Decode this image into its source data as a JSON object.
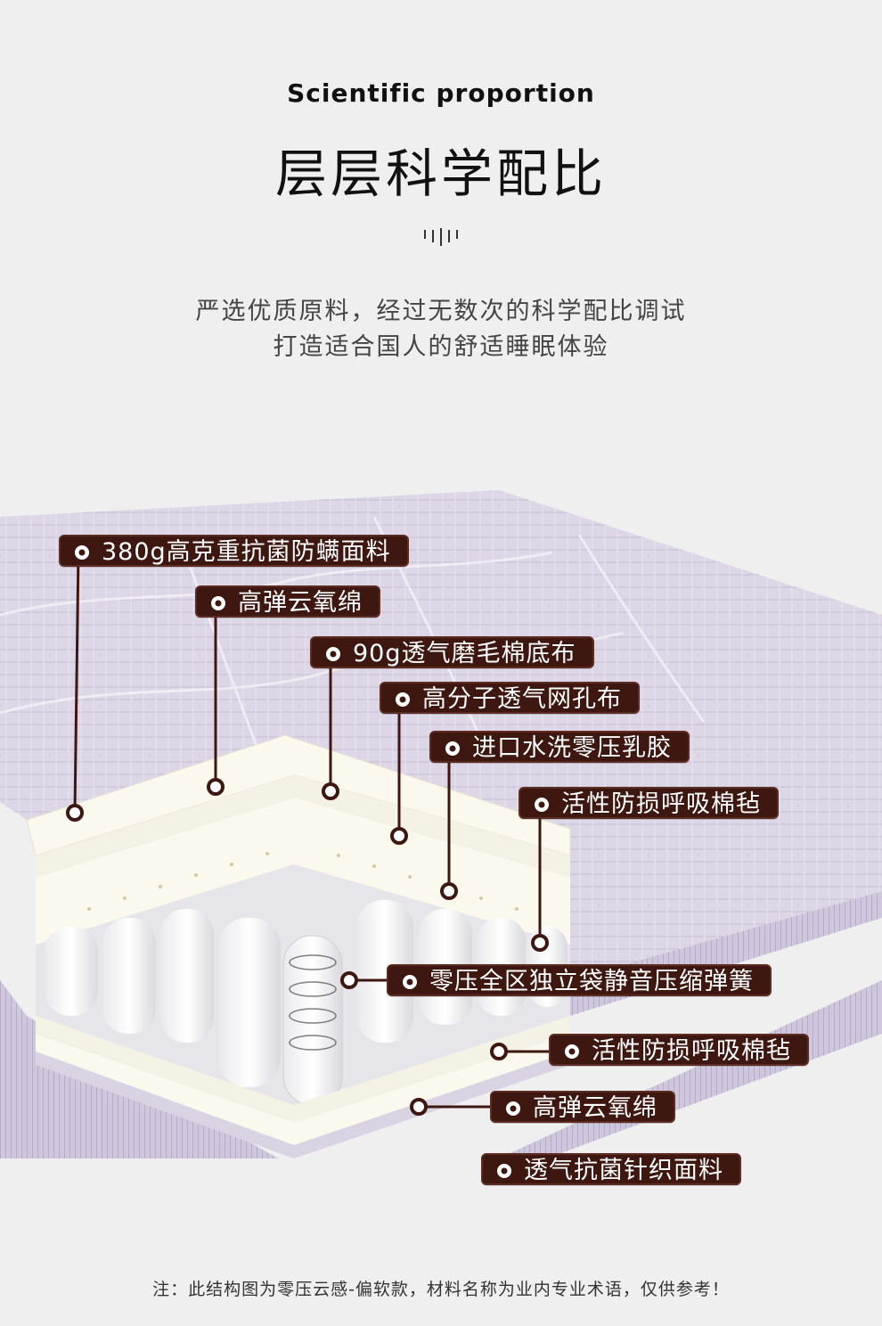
{
  "header": {
    "eyebrow": "Scientific proportion",
    "title": "层层科学配比",
    "description_line1": "严选优质原料，经过无数次的科学配比调试",
    "description_line2": "打造适合国人的舒适睡眠体验"
  },
  "layers": {
    "l1": "380g高克重抗菌防螨面料",
    "l2": "高弹云氧绵",
    "l3": "90g透气磨毛棉底布",
    "l4": "高分子透气网孔布",
    "l5": "进口水洗零压乳胶",
    "l6": "活性防损呼吸棉毡",
    "l7": "零压全区独立袋静音压缩弹簧",
    "l8": "活性防损呼吸棉毡",
    "l9": "高弹云氧绵",
    "l10": "透气抗菌针织面料"
  },
  "footnote": "注：此结构图为零压云感-偏软款，材料名称为业内专业术语，仅供参考！",
  "colors": {
    "background": "#efefef",
    "label_bg": "#3f1711",
    "leader_line": "#3f1711",
    "fabric": "#d9d3e3",
    "foam": "#fbf8ee"
  }
}
